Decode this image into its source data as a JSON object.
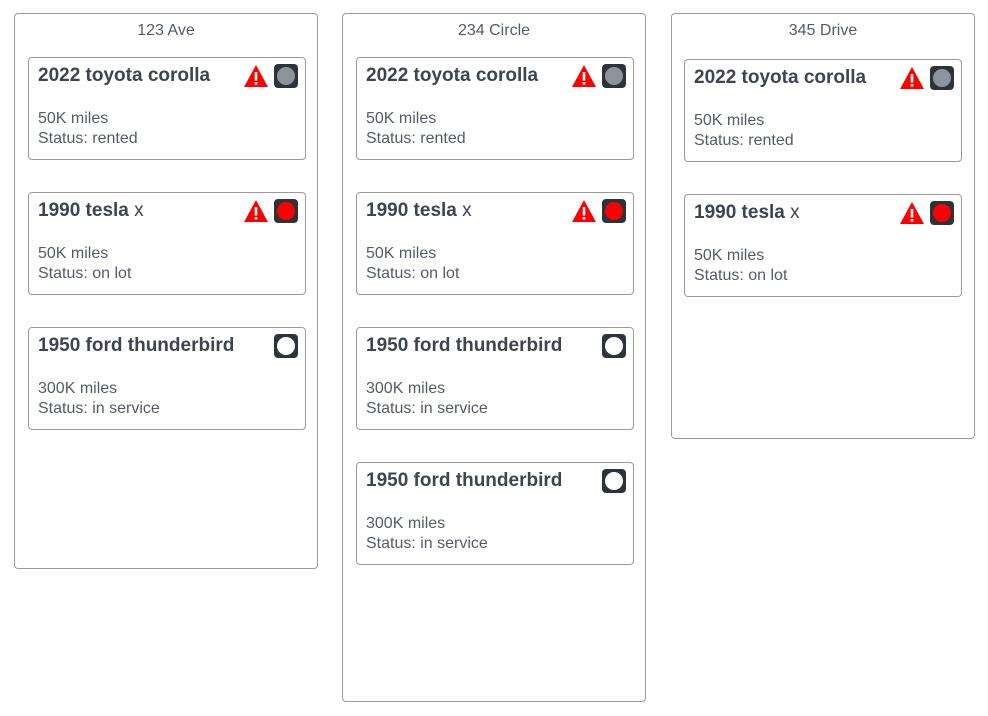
{
  "colors": {
    "alert_red": "#ff0000",
    "badge_dark": "#2d333b",
    "dot_gray": "#8e949c",
    "dot_red": "#ff0000",
    "dot_white": "#ffffff"
  },
  "columns": [
    {
      "title": "123 Ave",
      "cards": [
        {
          "title": "2022 toyota corolla",
          "title_suffix": "",
          "miles": "50K miles",
          "status": "Status: rented",
          "warning": true,
          "warning_icon": "warning-triangle-icon",
          "dot": "gray",
          "dot_icon": "status-gray-icon"
        },
        {
          "title": "1990 tesla",
          "title_suffix": " x",
          "miles": "50K miles",
          "status": "Status: on lot",
          "warning": true,
          "warning_icon": "warning-triangle-icon",
          "dot": "red",
          "dot_icon": "status-red-icon"
        },
        {
          "title": "1950 ford thunderbird",
          "title_suffix": "",
          "miles": "300K miles",
          "status": "Status: in service",
          "warning": false,
          "dot": "white",
          "dot_icon": "status-white-icon"
        }
      ]
    },
    {
      "title": "234 Circle",
      "cards": [
        {
          "title": "2022 toyota corolla",
          "title_suffix": "",
          "miles": "50K miles",
          "status": "Status: rented",
          "warning": true,
          "warning_icon": "warning-triangle-icon",
          "dot": "gray",
          "dot_icon": "status-gray-icon"
        },
        {
          "title": "1990 tesla",
          "title_suffix": " x",
          "miles": "50K miles",
          "status": "Status: on lot",
          "warning": true,
          "warning_icon": "warning-triangle-icon",
          "dot": "red",
          "dot_icon": "status-red-icon"
        },
        {
          "title": "1950 ford thunderbird",
          "title_suffix": "",
          "miles": "300K miles",
          "status": "Status: in service",
          "warning": false,
          "dot": "white",
          "dot_icon": "status-white-icon"
        },
        {
          "title": "1950 ford thunderbird",
          "title_suffix": "",
          "miles": "300K miles",
          "status": "Status: in service",
          "warning": false,
          "dot": "white",
          "dot_icon": "status-white-icon"
        }
      ]
    },
    {
      "title": "345 Drive",
      "cards": [
        {
          "title": "2022 toyota corolla",
          "title_suffix": "",
          "miles": "50K miles",
          "status": "Status: rented",
          "warning": true,
          "warning_icon": "warning-triangle-icon",
          "dot": "gray",
          "dot_icon": "status-gray-icon"
        },
        {
          "title": "1990 tesla",
          "title_suffix": " x",
          "miles": "50K miles",
          "status": "Status: on lot",
          "warning": true,
          "warning_icon": "warning-triangle-icon",
          "dot": "red",
          "dot_icon": "status-red-icon"
        }
      ]
    }
  ]
}
